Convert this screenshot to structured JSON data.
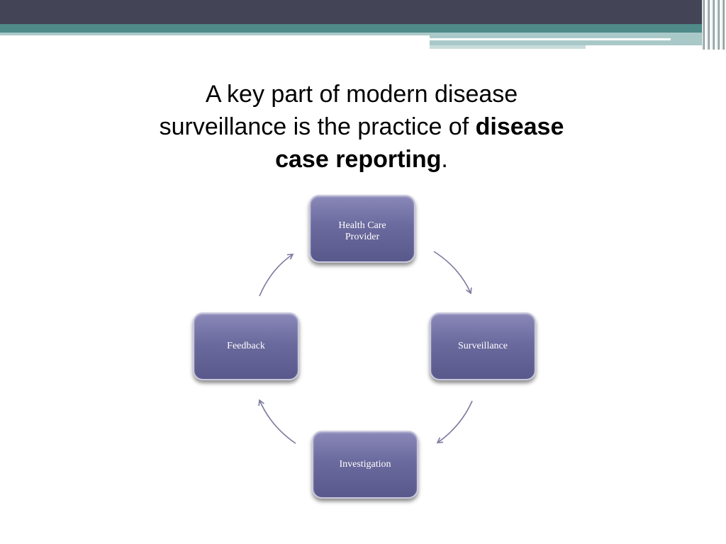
{
  "title": {
    "line1": "A key part of modern disease",
    "line2_plain": "surveillance is the practice of ",
    "line2_bold": "disease",
    "line3_bold": "case reporting",
    "line3_end": "."
  },
  "cycle": {
    "nodes": [
      {
        "id": "health-care-provider",
        "label": "Health Care Provider"
      },
      {
        "id": "surveillance",
        "label": "Surveillance"
      },
      {
        "id": "investigation",
        "label": "Investigation"
      },
      {
        "id": "feedback",
        "label": "Feedback"
      }
    ],
    "flow": "clockwise"
  },
  "colors": {
    "header_dark": "#444457",
    "header_teal": "#4f8a88",
    "node_fill": "#6b6a9e",
    "arrow": "#7b7a9e"
  }
}
